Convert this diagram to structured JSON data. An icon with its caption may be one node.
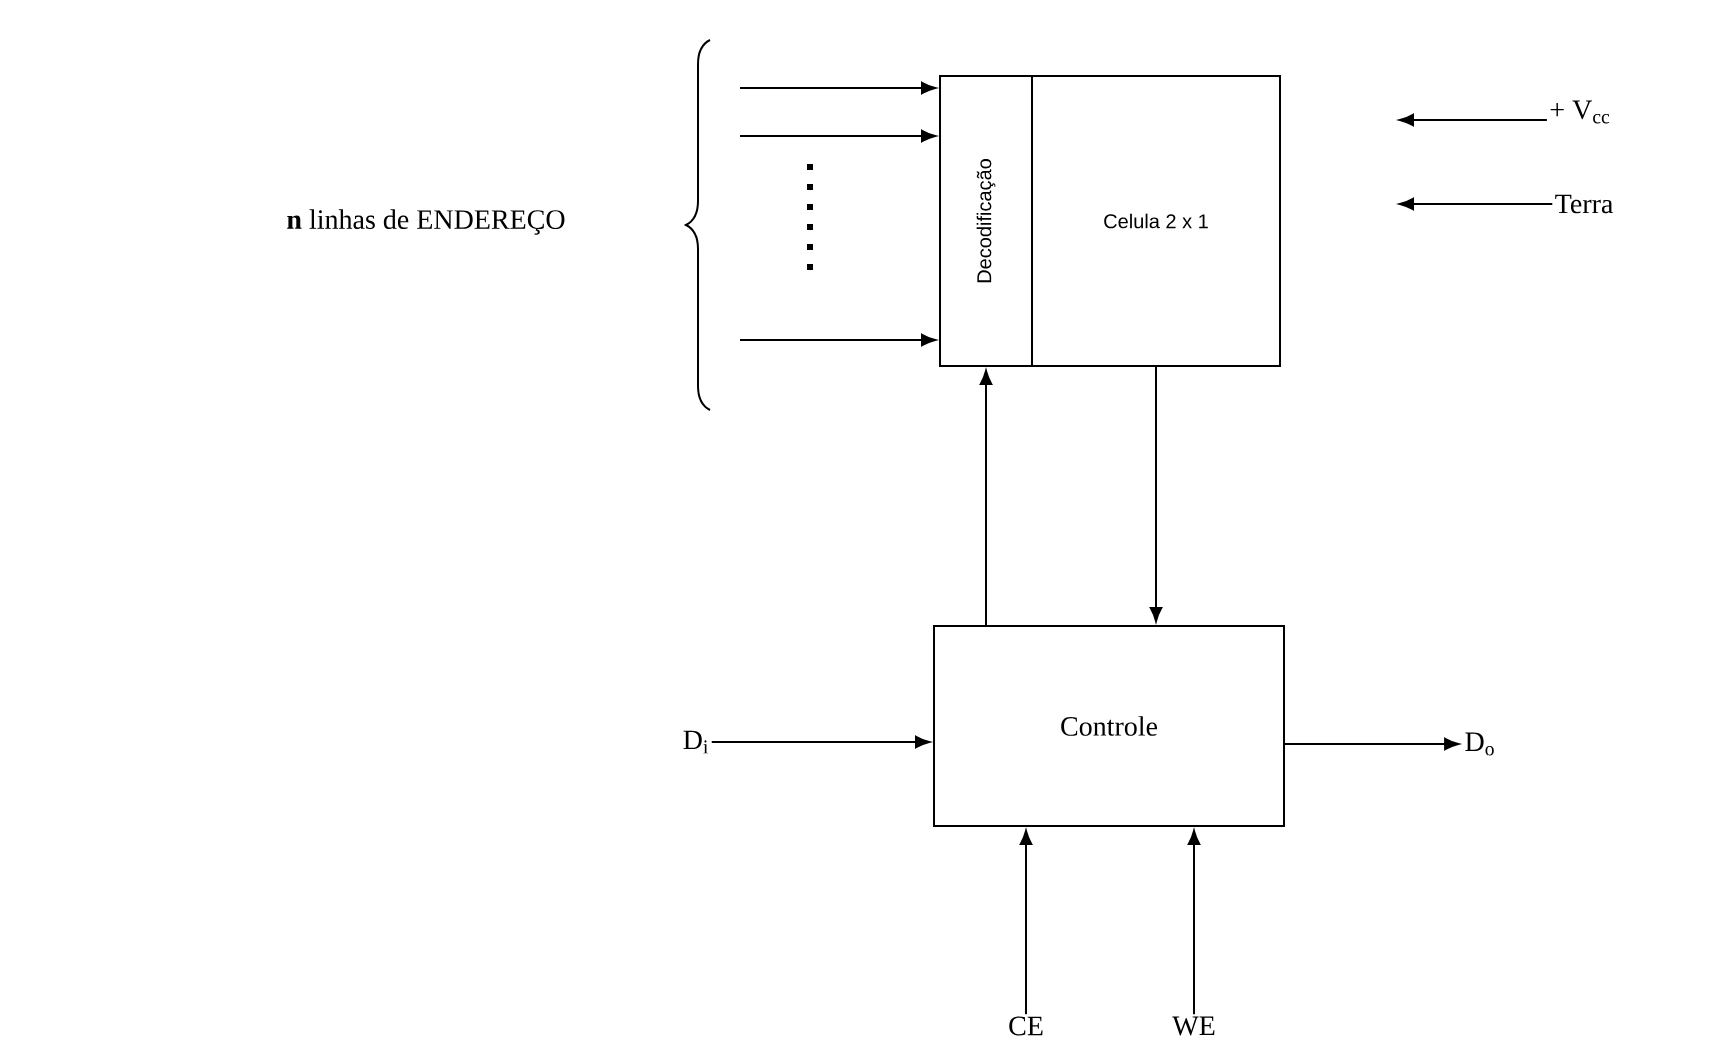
{
  "diagram": {
    "nodes": [
      {
        "text": [
          "Decodificação"
        ]
      },
      {
        "text": [
          "Celula 2 x 1"
        ]
      },
      {
        "text": [
          "+ V$_{cc}$"
        ]
      },
      {
        "text": [
          "Terra"
        ]
      },
      {
        "text": [
          "Controle"
        ]
      },
      {
        "text": [
          "D$_{i}$"
        ]
      },
      {
        "text": [
          "D$_{o}$"
        ]
      },
      {
        "text": [
          "CE"
        ]
      },
      {
        "text": [
          "WE"
        ]
      }
    ],
    "edges": [
      {
        "from": null,
        "to": 0,
        "arrow": "to"
      },
      {
        "from": null,
        "to": 0,
        "arrow": "to"
      },
      {
        "from": null,
        "to": 0,
        "arrow": "to"
      },
      {
        "from": 2,
        "to": null,
        "arrow": "to"
      },
      {
        "from": 3,
        "to": null,
        "arrow": "to"
      },
      {
        "from": 4,
        "to": 0,
        "arrow": "to"
      },
      {
        "from": 1,
        "to": 4,
        "arrow": "to"
      },
      {
        "from": 5,
        "to": 4,
        "arrow": "to"
      },
      {
        "from": 4,
        "to": 6,
        "arrow": "to"
      },
      {
        "from": 7,
        "to": 4,
        "arrow": "to"
      },
      {
        "from": 8,
        "to": 4,
        "arrow": "to"
      }
    ],
    "labels": [
      "**n** linhas de ENDEREÇO"
    ]
  }
}
